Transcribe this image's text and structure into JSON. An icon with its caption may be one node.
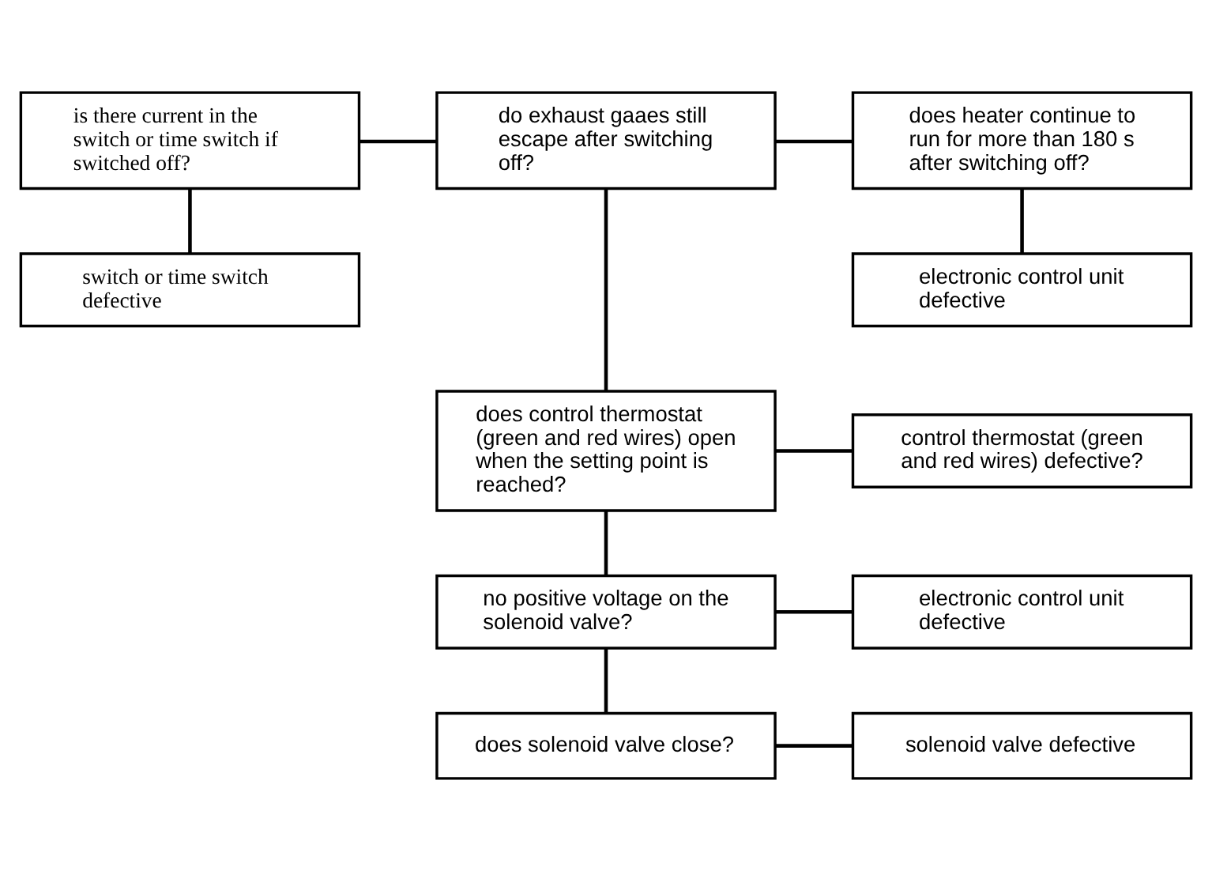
{
  "diagram": {
    "nodes": [
      {
        "text": [
          "is there current in the switch or time switch if switched off?"
        ]
      },
      {
        "text": [
          "switch or time switch defective"
        ]
      },
      {
        "text": [
          "do exhaust gaaes still escape after switching off?"
        ]
      },
      {
        "text": [
          "does heater continue to run for more than 180 s after switching off?"
        ]
      },
      {
        "text": [
          "electronic control unit defective"
        ]
      },
      {
        "text": [
          "does control thermostat (green and red wires) open when the setting point is reached?"
        ]
      },
      {
        "text": [
          "control thermostat (green and red wires) defective?"
        ]
      },
      {
        "text": [
          "no positive voltage on the solenoid valve?"
        ]
      },
      {
        "text": [
          "electronic control unit defective"
        ]
      },
      {
        "text": [
          "does solenoid valve close?"
        ]
      },
      {
        "text": [
          "solenoid valve defective"
        ]
      }
    ],
    "edges": [
      {
        "from": 0,
        "to": 1,
        "arrow": "none"
      },
      {
        "from": 0,
        "to": 2,
        "arrow": "none"
      },
      {
        "from": 2,
        "to": 3,
        "arrow": "none"
      },
      {
        "from": 3,
        "to": 4,
        "arrow": "none"
      },
      {
        "from": 2,
        "to": 5,
        "arrow": "none"
      },
      {
        "from": 5,
        "to": 6,
        "arrow": "none"
      },
      {
        "from": 5,
        "to": 7,
        "arrow": "none"
      },
      {
        "from": 7,
        "to": 8,
        "arrow": "none"
      },
      {
        "from": 7,
        "to": 9,
        "arrow": "none"
      },
      {
        "from": 9,
        "to": 10,
        "arrow": "none"
      }
    ]
  }
}
